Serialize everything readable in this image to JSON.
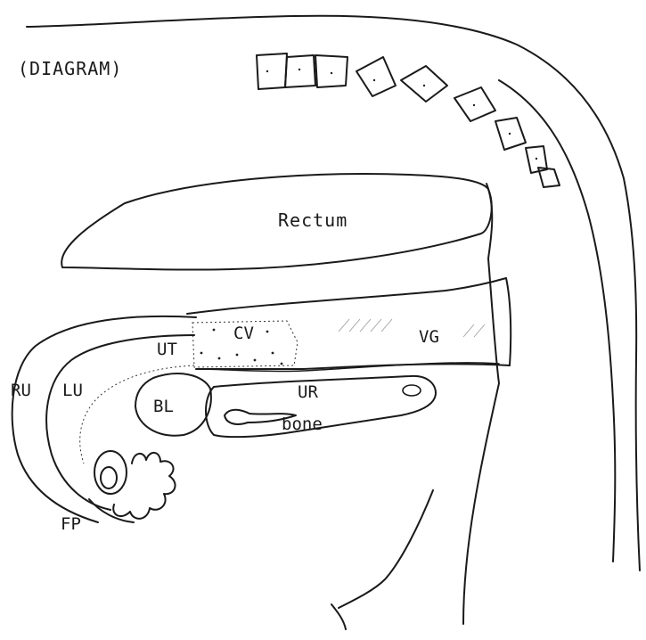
{
  "diagram": {
    "title": "(DIAGRAM)",
    "labels": {
      "rectum": "Rectum",
      "cv": "CV",
      "ut": "UT",
      "vg": "VG",
      "ru": "RU",
      "lu": "LU",
      "bl": "BL",
      "ur": "UR",
      "bone": "bone",
      "fp": "FP"
    }
  }
}
